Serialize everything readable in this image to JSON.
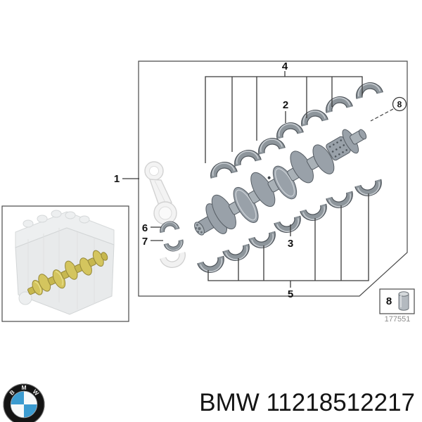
{
  "callouts": {
    "c1": "1",
    "c2": "2",
    "c3": "3",
    "c4": "4",
    "c5": "5",
    "c6": "6",
    "c7": "7",
    "c8": "8"
  },
  "legend": {
    "number": "8",
    "code": "177551"
  },
  "caption": {
    "text": "BMW 11218512217"
  },
  "logo": {
    "letters": [
      "B",
      "M",
      "W"
    ]
  },
  "colors": {
    "background": "#ffffff",
    "bmw_blue": "#3b9bd0",
    "metal_gray": "#99a1a9",
    "crank_highlight_yellow": "#d4c55e",
    "line_black": "#3a3a3a",
    "code_gray": "#8c8c8c"
  }
}
